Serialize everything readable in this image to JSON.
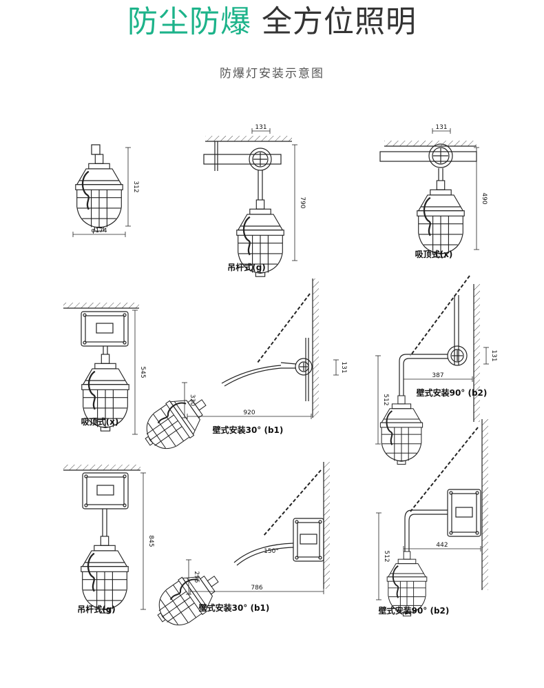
{
  "header": {
    "title_accent": "防尘防爆",
    "title_rest": "全方位照明",
    "subtitle": "防爆灯安装示意图",
    "accent_color": "#1db38a",
    "text_color": "#333333"
  },
  "diagrams": [
    {
      "label": "",
      "dims": [
        "312",
        "φ174"
      ]
    },
    {
      "label": "吊杆式(g)",
      "dims": [
        "131",
        "790"
      ]
    },
    {
      "label": "吸顶式(x)",
      "dims": [
        "131",
        "490"
      ]
    },
    {
      "label": "吸顶式(x)",
      "dims": [
        "545"
      ]
    },
    {
      "label": "壁式安装30°  (b1)",
      "dims": [
        "330",
        "920",
        "131"
      ]
    },
    {
      "label": "壁式安装90°  (b2)",
      "dims": [
        "512",
        "387",
        "131"
      ]
    },
    {
      "label": "吊杆式(g)",
      "dims": [
        "845"
      ]
    },
    {
      "label": "壁式安装30°  (b1)",
      "dims": [
        "295",
        "786",
        "150°"
      ]
    },
    {
      "label": "壁式安装90°  (b2)",
      "dims": [
        "512",
        "442"
      ]
    }
  ]
}
